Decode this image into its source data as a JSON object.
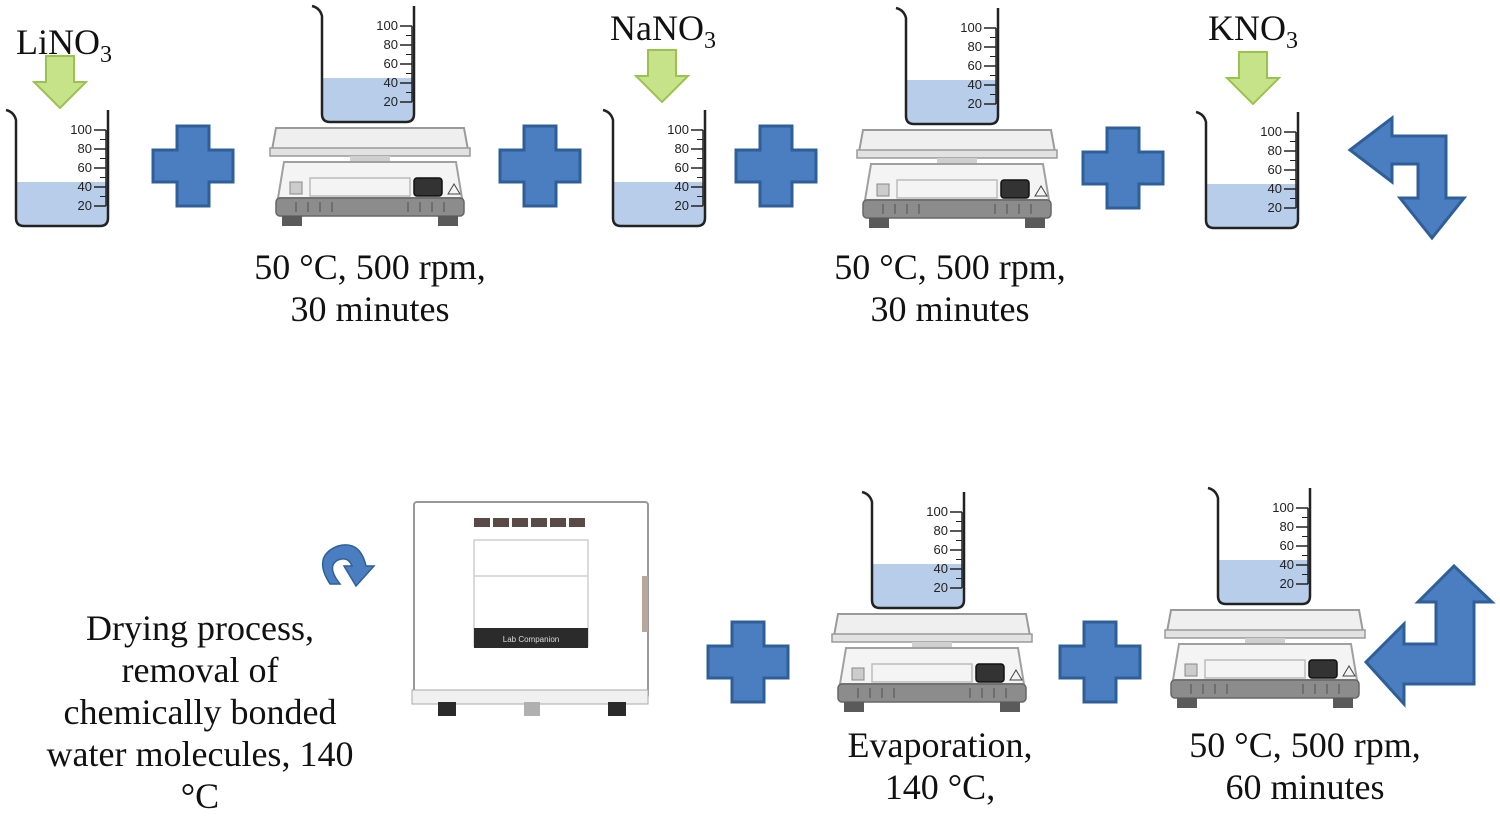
{
  "chemicals": {
    "lino3": {
      "base": "LiNO",
      "sub": "3"
    },
    "nano3": {
      "base": "NaNO",
      "sub": "3"
    },
    "kno3": {
      "base": "KNO",
      "sub": "3"
    }
  },
  "beaker_scale": [
    "100",
    "80",
    "60",
    "40",
    "20"
  ],
  "steps": {
    "stir1": {
      "line1": "50 °C, 500 rpm,",
      "line2": "30 minutes"
    },
    "stir2": {
      "line1": "50 °C, 500 rpm,",
      "line2": "30 minutes"
    },
    "stir3": {
      "line1": "50 °C, 500 rpm,",
      "line2": "60 minutes"
    },
    "evap": {
      "line1": "Evaporation,",
      "line2": "140 °C,"
    },
    "dry": {
      "line1": "Drying process,",
      "line2": "removal of",
      "line3": "chemically bonded",
      "line4": "water molecules, 140",
      "line5": "°C"
    }
  },
  "oven": {
    "brand": "Lab Companion"
  },
  "colors": {
    "arrow_blue": "#4a7ec0",
    "arrow_edge": "#2f5f98",
    "feed_arrow": "#c6e38a",
    "liquid": "#b8cdea"
  }
}
